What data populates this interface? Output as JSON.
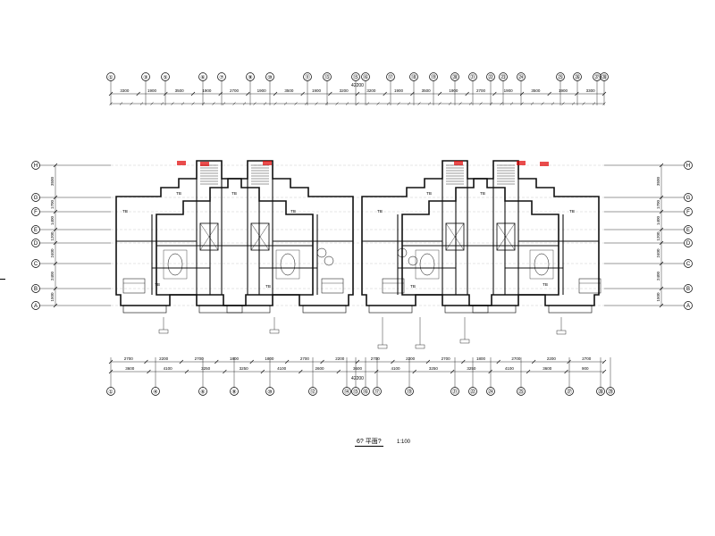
{
  "drawing": {
    "caption_title": "6? 平面?",
    "caption_scale": "1:100",
    "total_dimension": "42200",
    "colors": {
      "line": "#000000",
      "wall": "#111111",
      "accent": "#e00000",
      "background": "#ffffff"
    }
  },
  "axes": {
    "top": [
      "①",
      "③",
      "⑤",
      "⑥",
      "⑦",
      "⑨",
      "⑩",
      "⑪",
      "⑬",
      "⑮",
      "⑯",
      "⑰",
      "⑱",
      "⑲",
      "⑳",
      "㉑",
      "㉒",
      "㉓",
      "㉔",
      "㉕",
      "㉖",
      "㉗",
      "㉘"
    ],
    "bottom": [
      "①",
      "④",
      "⑥",
      "⑧",
      "⑩",
      "⑫",
      "⑭",
      "⑮",
      "⑯",
      "⑰",
      "⑲",
      "㉑",
      "㉒",
      "㉔",
      "㉕",
      "㉗",
      "㉘",
      "㉙"
    ],
    "rows": [
      "H",
      "G",
      "F",
      "E",
      "D",
      "C",
      "B",
      "A"
    ]
  },
  "dimensions": {
    "top_row1": [
      "3300",
      "1900",
      "3500",
      "1900",
      "2700",
      "1900",
      "3500",
      "1900",
      "3200",
      "3200",
      "1900",
      "3500",
      "1900",
      "2700",
      "1900",
      "3500",
      "1900",
      "3300"
    ],
    "bottom_row1": [
      "3600",
      "4100",
      "3250",
      "3250",
      "4100",
      "2600",
      "3600",
      "4100",
      "3250",
      "3250",
      "4100",
      "3600",
      "900"
    ],
    "bottom_row2": [
      "2700",
      "2200",
      "2700",
      "1800",
      "1800",
      "2700",
      "2200",
      "2700",
      "2200",
      "2700",
      "1800",
      "2700",
      "2200",
      "2700"
    ],
    "left_side": [
      "3500",
      "1700",
      "1400",
      "1200",
      "2400",
      "2400",
      "1500"
    ],
    "right_side": [
      "3500",
      "1700",
      "1400",
      "1200",
      "2400",
      "2400",
      "1500"
    ]
  },
  "rooms": {
    "labels": [
      "TB",
      "TB",
      "TB",
      "TB",
      "TB",
      "TB",
      "TB",
      "TB",
      "TB",
      "TB",
      "TB",
      "TB"
    ]
  }
}
